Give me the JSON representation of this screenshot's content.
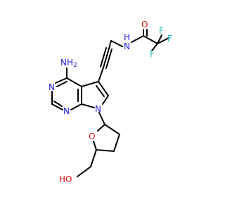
{
  "colors": {
    "bond": "#000000",
    "carbon": "#000000",
    "nitrogen": "#2020e0",
    "oxygen": "#e01010",
    "fluorine": "#20b8b8",
    "background": "#ffffff"
  },
  "labels": {
    "amino": "NH",
    "amino_sub": "2",
    "n_pyrimidine_top": "N",
    "n_pyrimidine_bottom": "N",
    "n_pyrrole": "N",
    "n_amide": "N",
    "h_amide": "H",
    "o_carbonyl": "O",
    "f_1": "F",
    "f_2": "F",
    "f_3": "F",
    "o_ring": "O",
    "hydroxyl": "HO"
  }
}
